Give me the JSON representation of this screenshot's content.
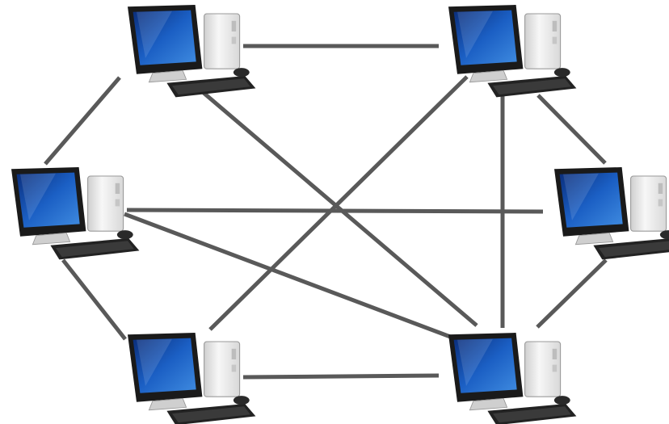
{
  "diagram": {
    "kind": "mesh network topology",
    "colors": {
      "link": "#595959",
      "screen_dark": "#0a2d7a",
      "screen_light": "#3f8be0",
      "bezel": "#1a1a1a",
      "tower": "#e9e9e9",
      "keyboard": "#222222"
    },
    "nodes": [
      {
        "id": "pc-top-left",
        "icon": "desktop-computer-icon"
      },
      {
        "id": "pc-top-right",
        "icon": "desktop-computer-icon"
      },
      {
        "id": "pc-mid-left",
        "icon": "desktop-computer-icon"
      },
      {
        "id": "pc-mid-right",
        "icon": "desktop-computer-icon"
      },
      {
        "id": "pc-bottom-left",
        "icon": "desktop-computer-icon"
      },
      {
        "id": "pc-bottom-right",
        "icon": "desktop-computer-icon"
      }
    ],
    "links": [
      [
        "pc-top-left",
        "pc-top-right"
      ],
      [
        "pc-top-left",
        "pc-mid-left"
      ],
      [
        "pc-top-left",
        "pc-bottom-right"
      ],
      [
        "pc-top-right",
        "pc-mid-right"
      ],
      [
        "pc-top-right",
        "pc-bottom-left"
      ],
      [
        "pc-top-right",
        "pc-bottom-right"
      ],
      [
        "pc-mid-left",
        "pc-mid-right"
      ],
      [
        "pc-mid-left",
        "pc-bottom-left"
      ],
      [
        "pc-mid-left",
        "pc-bottom-right"
      ],
      [
        "pc-mid-right",
        "pc-bottom-right"
      ],
      [
        "pc-bottom-left",
        "pc-bottom-right"
      ]
    ]
  }
}
